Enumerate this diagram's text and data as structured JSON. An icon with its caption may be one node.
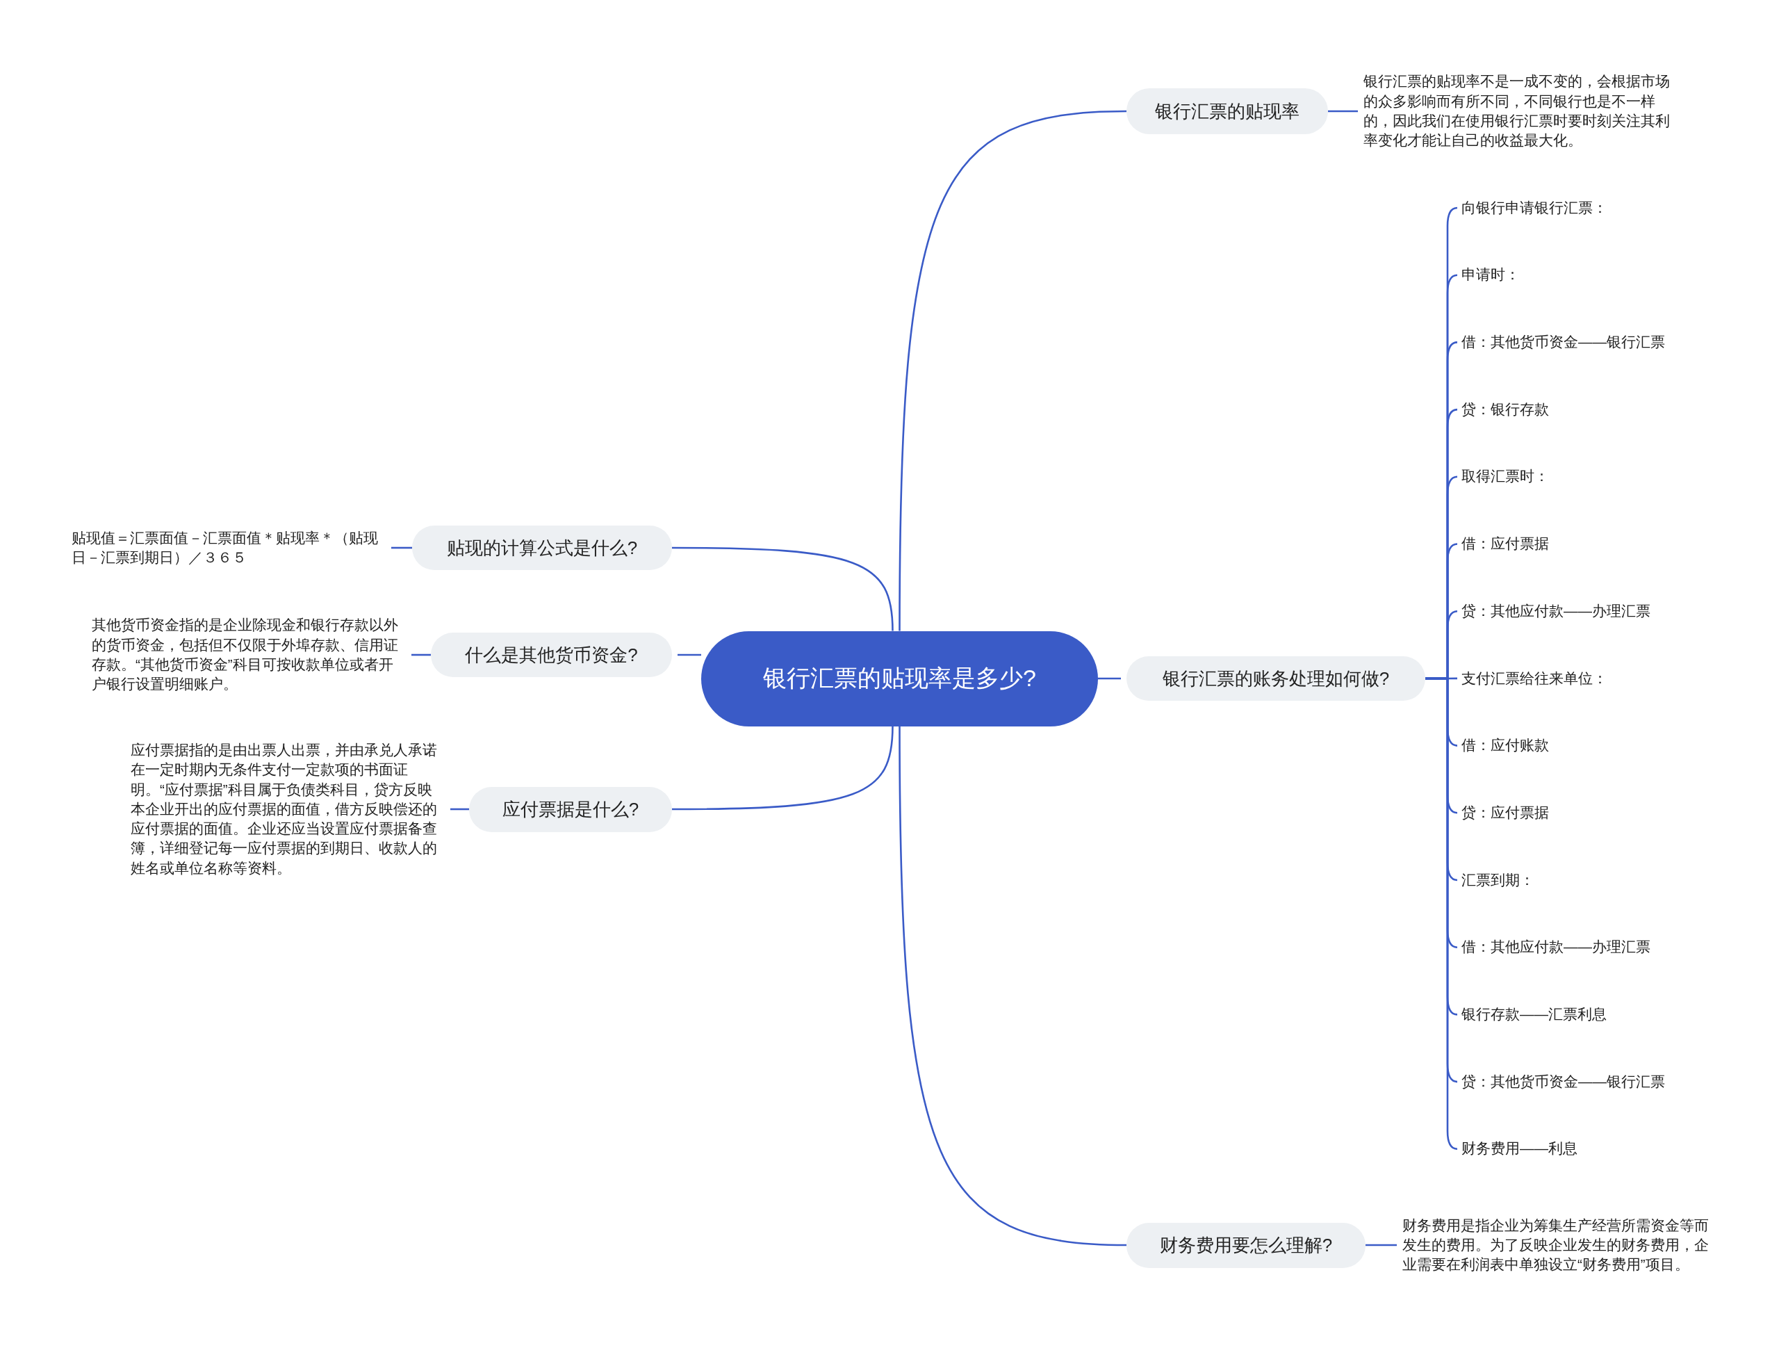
{
  "diagram": {
    "nodes": [
      {
        "text": [
          "银行汇票的贴现率是多少?"
        ]
      },
      {
        "text": [
          "银行汇票的贴现率"
        ]
      },
      {
        "text": [
          "银行汇票的贴现率不是一成不变的，会根据市场的众多影响而有所不同，不同银行也是不一样的，因此我们在使用银行汇票时要时刻关注其利率变化才能让自己的收益最大化。"
        ]
      },
      {
        "text": [
          "银行汇票的账务处理如何做?"
        ]
      },
      {
        "text": [
          "向银行申请银行汇票："
        ]
      },
      {
        "text": [
          "申请时："
        ]
      },
      {
        "text": [
          "借：其他货币资金——银行汇票"
        ]
      },
      {
        "text": [
          "贷：银行存款"
        ]
      },
      {
        "text": [
          "取得汇票时："
        ]
      },
      {
        "text": [
          "借：应付票据"
        ]
      },
      {
        "text": [
          "贷：其他应付款——办理汇票"
        ]
      },
      {
        "text": [
          "支付汇票给往来单位："
        ]
      },
      {
        "text": [
          "借：应付账款"
        ]
      },
      {
        "text": [
          "贷：应付票据"
        ]
      },
      {
        "text": [
          "汇票到期："
        ]
      },
      {
        "text": [
          "借：其他应付款——办理汇票"
        ]
      },
      {
        "text": [
          "银行存款——汇票利息"
        ]
      },
      {
        "text": [
          "贷：其他货币资金——银行汇票"
        ]
      },
      {
        "text": [
          "财务费用——利息"
        ]
      },
      {
        "text": [
          "财务费用要怎么理解?"
        ]
      },
      {
        "text": [
          "财务费用是指企业为筹集生产经营所需资金等而发生的费用。为了反映企业发生的财务费用，企业需要在利润表中单独设立“财务费用”项目。"
        ]
      },
      {
        "text": [
          "贴现的计算公式是什么?"
        ]
      },
      {
        "text": [
          "贴现值＝汇票面值－汇票面值＊贴现率＊（贴现日－汇票到期日）／３６５"
        ]
      },
      {
        "text": [
          "什么是其他货币资金?"
        ]
      },
      {
        "text": [
          "其他货币资金指的是企业除现金和银行存款以外的货币资金，包括但不仅限于外埠存款、信用证存款。“其他货币资金”科目可按收款单位或者开户银行设置明细账户。"
        ]
      },
      {
        "text": [
          "应付票据是什么?"
        ]
      },
      {
        "text": [
          "应付票据指的是由出票人出票，并由承兑人承诺在一定时期内无条件支付一定款项的书面证明。“应付票据”科目属于负债类科目，贷方反映本企业开出的应付票据的面值，借方反映偿还的应付票据的面值。企业还应当设置应付票据备查簿，详细登记每一应付票据的到期日、收款人的姓名或单位名称等资料。"
        ]
      }
    ],
    "edges": [
      {
        "from": 0,
        "to": 1,
        "arrow": "none"
      },
      {
        "from": 1,
        "to": 2,
        "arrow": "none"
      },
      {
        "from": 0,
        "to": 3,
        "arrow": "none"
      },
      {
        "from": 3,
        "to": 4,
        "arrow": "none"
      },
      {
        "from": 3,
        "to": 5,
        "arrow": "none"
      },
      {
        "from": 3,
        "to": 6,
        "arrow": "none"
      },
      {
        "from": 3,
        "to": 7,
        "arrow": "none"
      },
      {
        "from": 3,
        "to": 8,
        "arrow": "none"
      },
      {
        "from": 3,
        "to": 9,
        "arrow": "none"
      },
      {
        "from": 3,
        "to": 10,
        "arrow": "none"
      },
      {
        "from": 3,
        "to": 11,
        "arrow": "none"
      },
      {
        "from": 3,
        "to": 12,
        "arrow": "none"
      },
      {
        "from": 3,
        "to": 13,
        "arrow": "none"
      },
      {
        "from": 3,
        "to": 14,
        "arrow": "none"
      },
      {
        "from": 3,
        "to": 15,
        "arrow": "none"
      },
      {
        "from": 3,
        "to": 16,
        "arrow": "none"
      },
      {
        "from": 3,
        "to": 17,
        "arrow": "none"
      },
      {
        "from": 3,
        "to": 18,
        "arrow": "none"
      },
      {
        "from": 0,
        "to": 19,
        "arrow": "none"
      },
      {
        "from": 19,
        "to": 20,
        "arrow": "none"
      },
      {
        "from": 0,
        "to": 21,
        "arrow": "none"
      },
      {
        "from": 21,
        "to": 22,
        "arrow": "none"
      },
      {
        "from": 0,
        "to": 23,
        "arrow": "none"
      },
      {
        "from": 23,
        "to": 24,
        "arrow": "none"
      },
      {
        "from": 0,
        "to": 25,
        "arrow": "none"
      },
      {
        "from": 25,
        "to": 26,
        "arrow": "none"
      }
    ]
  }
}
